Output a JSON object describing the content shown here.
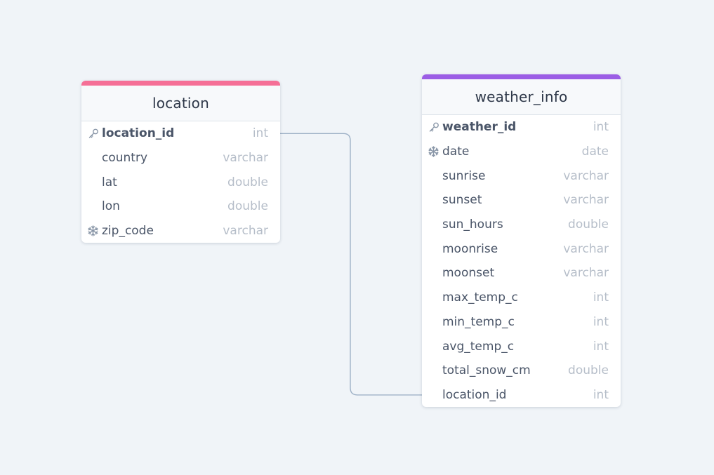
{
  "colors": {
    "background": "#f0f4f8",
    "location_accent": "#f56f96",
    "weather_accent": "#9b5de5",
    "connector": "#9fb2c7"
  },
  "tables": {
    "location": {
      "title": "location",
      "fields": [
        {
          "name": "location_id",
          "type": "int",
          "icon": "key-icon",
          "primary": true
        },
        {
          "name": "country",
          "type": "varchar",
          "icon": "",
          "primary": false
        },
        {
          "name": "lat",
          "type": "double",
          "icon": "",
          "primary": false
        },
        {
          "name": "lon",
          "type": "double",
          "icon": "",
          "primary": false
        },
        {
          "name": "zip_code",
          "type": "varchar",
          "icon": "snowflake-icon",
          "primary": false
        }
      ]
    },
    "weather_info": {
      "title": "weather_info",
      "fields": [
        {
          "name": "weather_id",
          "type": "int",
          "icon": "key-icon",
          "primary": true
        },
        {
          "name": "date",
          "type": "date",
          "icon": "snowflake-icon",
          "primary": false
        },
        {
          "name": "sunrise",
          "type": "varchar",
          "icon": "",
          "primary": false
        },
        {
          "name": "sunset",
          "type": "varchar",
          "icon": "",
          "primary": false
        },
        {
          "name": "sun_hours",
          "type": "double",
          "icon": "",
          "primary": false
        },
        {
          "name": "moonrise",
          "type": "varchar",
          "icon": "",
          "primary": false
        },
        {
          "name": "moonset",
          "type": "varchar",
          "icon": "",
          "primary": false
        },
        {
          "name": "max_temp_c",
          "type": "int",
          "icon": "",
          "primary": false
        },
        {
          "name": "min_temp_c",
          "type": "int",
          "icon": "",
          "primary": false
        },
        {
          "name": "avg_temp_c",
          "type": "int",
          "icon": "",
          "primary": false
        },
        {
          "name": "total_snow_cm",
          "type": "double",
          "icon": "",
          "primary": false
        },
        {
          "name": "location_id",
          "type": "int",
          "icon": "",
          "primary": false
        }
      ]
    }
  },
  "relationships": [
    {
      "from_table": "location",
      "from_field": "location_id",
      "to_table": "weather_info",
      "to_field": "location_id"
    }
  ]
}
